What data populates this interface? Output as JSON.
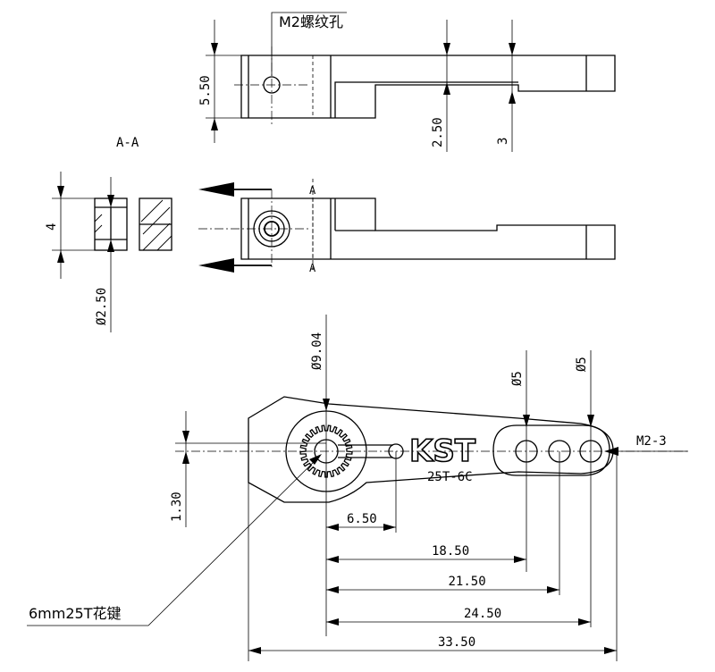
{
  "top_view": {
    "thread_label": "M2螺纹孔",
    "dim_height": "5.50",
    "dim_step": "2.50",
    "dim_end": "3"
  },
  "section": {
    "title": "A-A",
    "dim_height": "4",
    "dim_bore": "Ø2.50",
    "cut_mark": "A"
  },
  "front_view": {
    "dim_spline_dia": "Ø9.04",
    "dim_hole1_dia": "Ø5",
    "dim_hole2_dia": "Ø5",
    "thread_label": "M2-3",
    "logo": "KST",
    "model": "25T-6C",
    "dim_offset": "1.30",
    "spline_label": "6mm25T花键",
    "lengths": [
      "6.50",
      "18.50",
      "21.50",
      "24.50",
      "33.50"
    ]
  }
}
